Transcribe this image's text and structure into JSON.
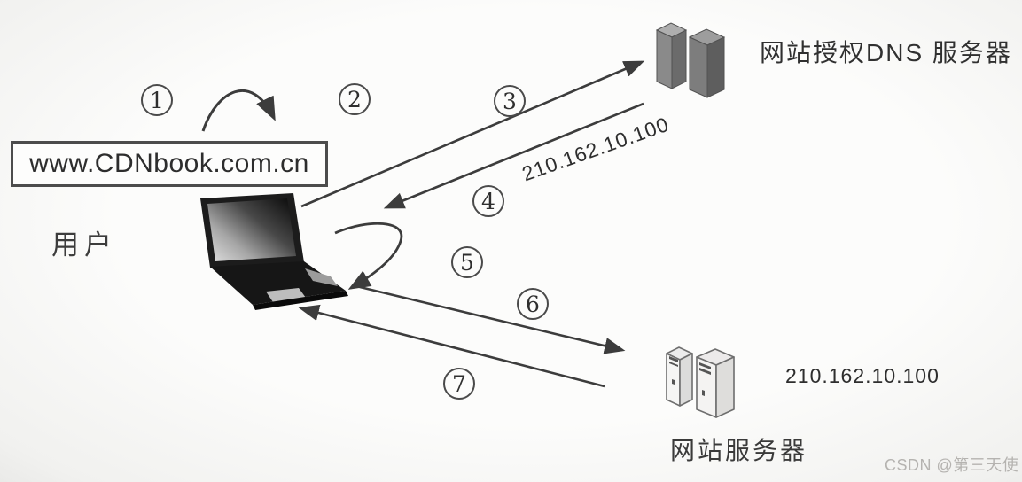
{
  "user": {
    "label": "用户",
    "query_box_text": "www.CDNbook.com.cn"
  },
  "dns_server": {
    "label": "网站授权DNS 服务器",
    "response_ip_on_arrow": "210.162.10.100"
  },
  "web_server": {
    "label": "网站服务器",
    "ip_label": "210.162.10.100"
  },
  "steps": [
    {
      "num": "1"
    },
    {
      "num": "2"
    },
    {
      "num": "3"
    },
    {
      "num": "4"
    },
    {
      "num": "5"
    },
    {
      "num": "6"
    },
    {
      "num": "7"
    }
  ],
  "icons": {
    "user_device": "laptop-icon",
    "dns": "server-towers-dark-icon",
    "web": "server-towers-light-icon"
  },
  "colors": {
    "arrow_line": "#3c3c3c",
    "box_border": "#4c4c4c",
    "text": "#2f2f2f",
    "watermark": "#b5b3b0"
  },
  "watermark": "CSDN @第三天使"
}
